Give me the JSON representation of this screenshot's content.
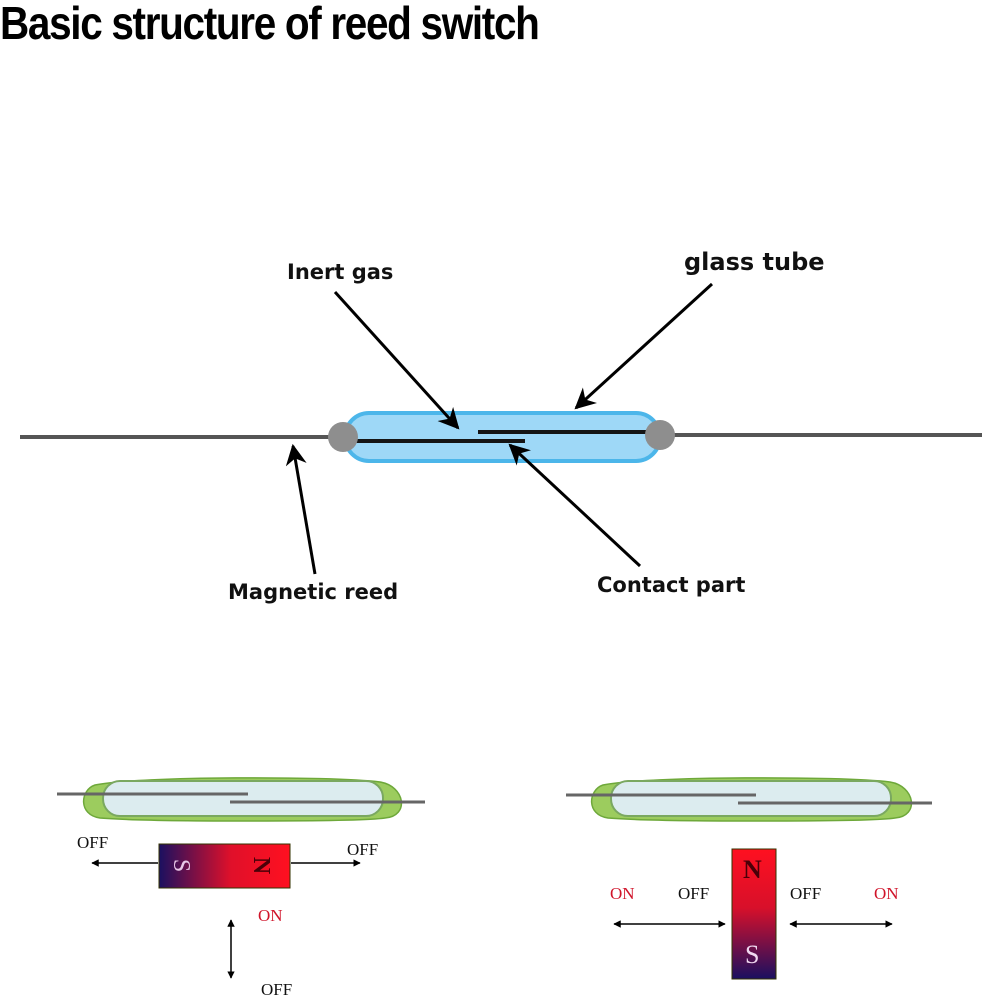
{
  "title": "Basic structure of reed switch",
  "structure_labels": {
    "inert_gas": "Inert gas",
    "glass_tube": "glass tube",
    "magnetic_reed": "Magnetic reed",
    "contact_part": "Contact part"
  },
  "colors": {
    "glass_tube": "#8fd3f5",
    "glass_tube_border": "#4fb8ea",
    "end_cap": "#8e8e8e",
    "reed": "#1a1a1a",
    "lead": "#555555",
    "green_seal": "#9ccc5e",
    "on_text": "#d0142a",
    "magnet_north": "#ff1020",
    "magnet_south": "#1a1060"
  },
  "left_example": {
    "magnet": {
      "north": "N",
      "south": "S",
      "orientation": "horizontal"
    },
    "labels": {
      "left": "OFF",
      "right": "OFF",
      "near": "ON",
      "far": "OFF"
    }
  },
  "right_example": {
    "magnet": {
      "north": "N",
      "south": "S",
      "orientation": "vertical"
    },
    "labels": {
      "left_far": "ON",
      "left_near": "OFF",
      "right_near": "OFF",
      "right_far": "ON"
    }
  }
}
